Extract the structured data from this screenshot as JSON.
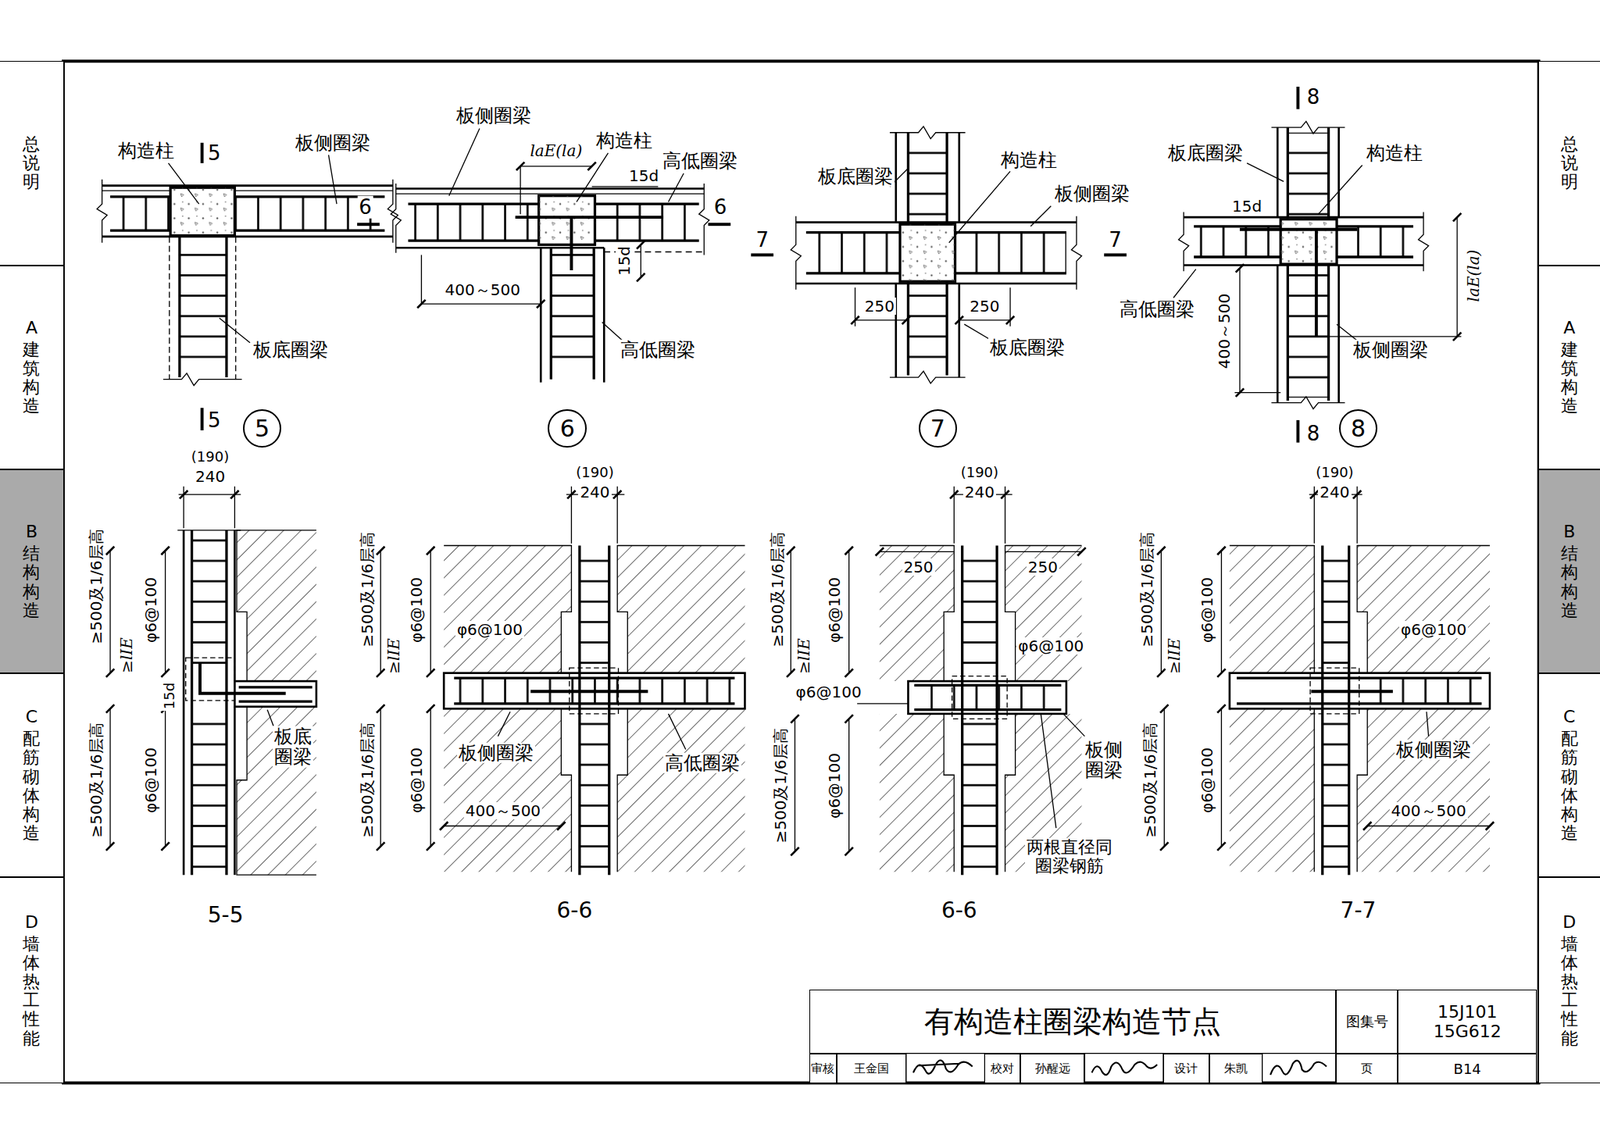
{
  "diagram": {
    "nodes": [
      {
        "text": [
          "总说明"
        ]
      },
      {
        "text": [
          "A",
          "建筑构造"
        ]
      },
      {
        "text": [
          "B",
          "结构构造"
        ]
      },
      {
        "text": [
          "C",
          "配筋砌体构造"
        ]
      },
      {
        "text": [
          "D",
          "墙体热工性能"
        ]
      },
      {
        "text": [
          "5"
        ]
      },
      {
        "text": [
          "6"
        ]
      },
      {
        "text": [
          "7"
        ]
      },
      {
        "text": [
          "8"
        ]
      },
      {
        "text": [
          "总说明"
        ]
      },
      {
        "text": [
          "A",
          "建筑构造"
        ]
      },
      {
        "text": [
          "B",
          "结构构造"
        ]
      },
      {
        "text": [
          "C",
          "配筋砌体构造"
        ]
      },
      {
        "text": [
          "D",
          "墙体热工性能"
        ]
      },
      {
        "text": [
          "有构造柱圈梁构造节点"
        ]
      },
      {
        "text": [
          "图集号"
        ]
      },
      {
        "text": [
          "15J101 15G612"
        ]
      },
      {
        "text": [
          "审核"
        ]
      },
      {
        "text": [
          "王金国"
        ]
      },
      {
        "text": [
          "校对"
        ]
      },
      {
        "text": [
          "孙醒远"
        ]
      },
      {
        "text": [
          "设计"
        ]
      },
      {
        "text": [
          "朱凯"
        ]
      },
      {
        "text": [
          "页"
        ]
      },
      {
        "text": [
          "B14"
        ]
      }
    ],
    "labels": [
      "构造柱",
      "5",
      "板侧圈梁",
      "板底圈梁",
      "5",
      "板侧圈梁",
      "laE(la)",
      "构造柱",
      "15d",
      "高低圈梁",
      "6",
      "6",
      "15d",
      "400～500",
      "高低圈梁",
      "构造柱",
      "板底圈梁",
      "板侧圈梁",
      "7",
      "7",
      "250",
      "250",
      "板底圈梁",
      "8",
      "板底圈梁",
      "构造柱",
      "15d",
      "laE(la)",
      "高低圈梁",
      "400～500",
      "板侧圈梁",
      "8",
      "(190)",
      "240",
      "≥500及1/6层高",
      "≥lIE",
      "φ6@100",
      "15d",
      "≥500及1/6层高",
      "φ6@100",
      "板底 圈梁",
      "5-5",
      "(190)",
      "240",
      "≥500及1/6层高",
      "≥lIE",
      "φ6@100",
      "φ6@100",
      "板侧圈梁",
      "高低圈梁",
      "≥500及1/6层高",
      "φ6@100",
      "400～500",
      "6-6",
      "(190)",
      "240",
      "250",
      "250",
      "≥500及1/6层高",
      "≥lIE",
      "φ6@100",
      "φ6@100",
      "φ6@100",
      "≥500及1/6层高",
      "φ6@100",
      "板侧 圈梁",
      "两根直径同 圈梁钢筋",
      "6-6",
      "(190)",
      "240",
      "≥500及1/6层高",
      "≥lIE",
      "φ6@100",
      "φ6@100",
      "板侧圈梁",
      "≥500及1/6层高",
      "φ6@100",
      "400～500",
      "7-7"
    ]
  }
}
